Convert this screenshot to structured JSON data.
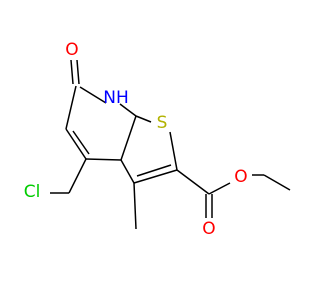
{
  "molecule": {
    "atoms": {
      "oxygen_carbonyl_ring": "O",
      "nitrogen_h": "NH",
      "sulfur": "S",
      "chlorine": "Cl",
      "oxygen_ester_single": "O",
      "oxygen_ester_double": "O"
    },
    "colors": {
      "oxygen": "#ff0000",
      "nitrogen": "#0000ff",
      "sulfur": "#b2b200",
      "chlorine": "#00cc00",
      "bond": "#000000"
    }
  }
}
